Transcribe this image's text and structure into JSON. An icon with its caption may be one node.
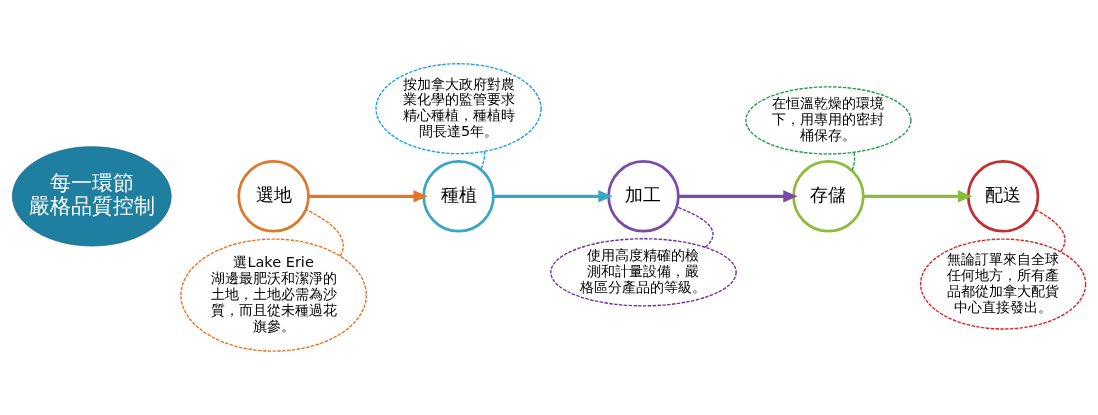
{
  "diagram": {
    "nodes": [
      {
        "text": [
          "每一環節",
          "嚴格品質控制"
        ]
      },
      {
        "text": [
          "選地"
        ]
      },
      {
        "text": [
          "種植"
        ]
      },
      {
        "text": [
          "加工"
        ]
      },
      {
        "text": [
          "存儲"
        ]
      },
      {
        "text": [
          "配送"
        ]
      },
      {
        "text": [
          "選Lake Erie湖邊最肥沃和潔淨的土地，土地必需為沙質，而且從未種過花旗參。"
        ]
      },
      {
        "text": [
          "按加拿大政府對農業化學的監管要求精心種植，種植時間長達5年。"
        ]
      },
      {
        "text": [
          "使用高度精確的檢測和計量設備，嚴格區分產品的等級。"
        ]
      },
      {
        "text": [
          "在恒溫乾燥的環境下，用專用的密封桶保存。"
        ]
      },
      {
        "text": [
          "無論訂單來自全球任何地方，所有產品都從加拿大配貨中心直接發出。"
        ]
      }
    ],
    "edges": [
      {
        "from": 1,
        "to": 2,
        "arrow": "to",
        "style": "thick",
        "color": "#e0782a"
      },
      {
        "from": 2,
        "to": 3,
        "arrow": "to",
        "style": "thick",
        "color": "#3aa6c4"
      },
      {
        "from": 3,
        "to": 4,
        "arrow": "to",
        "style": "thick",
        "color": "#7a4aa8"
      },
      {
        "from": 4,
        "to": 5,
        "arrow": "to",
        "style": "thick",
        "color": "#8dbb3c"
      },
      {
        "from": 6,
        "to": 1,
        "arrow": "none",
        "style": "dashed",
        "color": "#f07020"
      },
      {
        "from": 7,
        "to": 2,
        "arrow": "none",
        "style": "dashed",
        "color": "#1ea0e0"
      },
      {
        "from": 8,
        "to": 3,
        "arrow": "none",
        "style": "dashed",
        "color": "#7030a0"
      },
      {
        "from": 9,
        "to": 4,
        "arrow": "none",
        "style": "dashed",
        "color": "#20a040"
      },
      {
        "from": 10,
        "to": 5,
        "arrow": "none",
        "style": "dashed",
        "color": "#e02020"
      }
    ]
  }
}
